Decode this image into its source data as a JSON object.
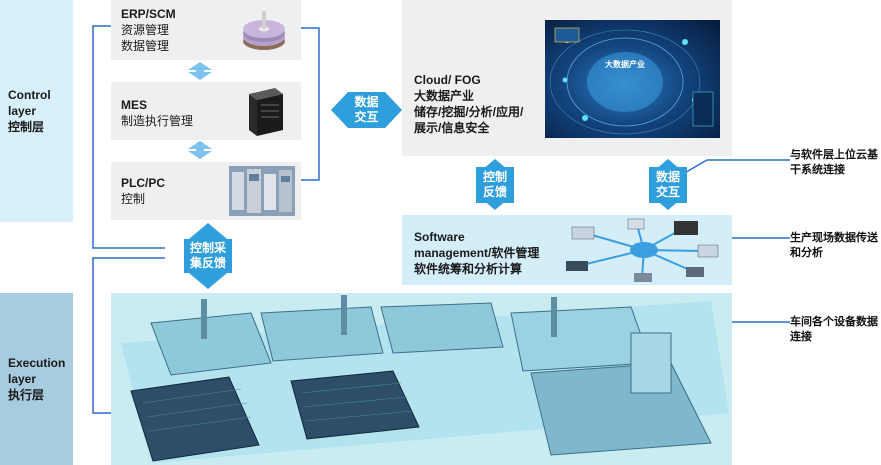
{
  "layers": {
    "control": {
      "name_en": [
        "Control",
        "layer"
      ],
      "name_zh": "控制层"
    },
    "execution": {
      "name_en": [
        "Execution",
        "layer"
      ],
      "name_zh": "执行层"
    }
  },
  "left_stack": [
    {
      "title": "ERP/SCM",
      "lines": [
        "资源管理",
        "数据管理"
      ],
      "icon": "cd-stack-icon"
    },
    {
      "title": "MES",
      "lines": [
        "制造执行管理"
      ],
      "icon": "server-icon"
    },
    {
      "title": "PLC/PC",
      "lines": [
        "控制"
      ],
      "icon": "control-cabinet-icon"
    }
  ],
  "cloud": {
    "title": "Cloud/ FOG",
    "lines": [
      "大数据产业",
      "储存/挖掘/分析/应用/",
      "展示/信息安全"
    ]
  },
  "cloud_image_center_label": "大数据产业",
  "software": {
    "title_line1": "Software",
    "title_line2": "management/软件管理",
    "line3": "软件统筹和分析计算"
  },
  "badges": {
    "data_exchange_left": [
      "数据",
      "交互"
    ],
    "control_feedback": [
      "控制",
      "反馈"
    ],
    "data_exchange_right": [
      "数据",
      "交互"
    ],
    "control_collect": [
      "控制采",
      "集反馈"
    ]
  },
  "notes": {
    "cloud_connect": [
      "与软件层上位云基",
      "干系统连接"
    ],
    "field_data": [
      "生产现场数据传送",
      "和分析"
    ],
    "device_connect": [
      "车间各个设备数据",
      "连接"
    ]
  },
  "colors": {
    "layer_control_bg": "#d8f0fb",
    "layer_exec_bg": "#a8ccdf",
    "accent_blue": "#2e9fdc",
    "line_blue": "#2b6fd0",
    "software_bg": "#d3eef9"
  }
}
